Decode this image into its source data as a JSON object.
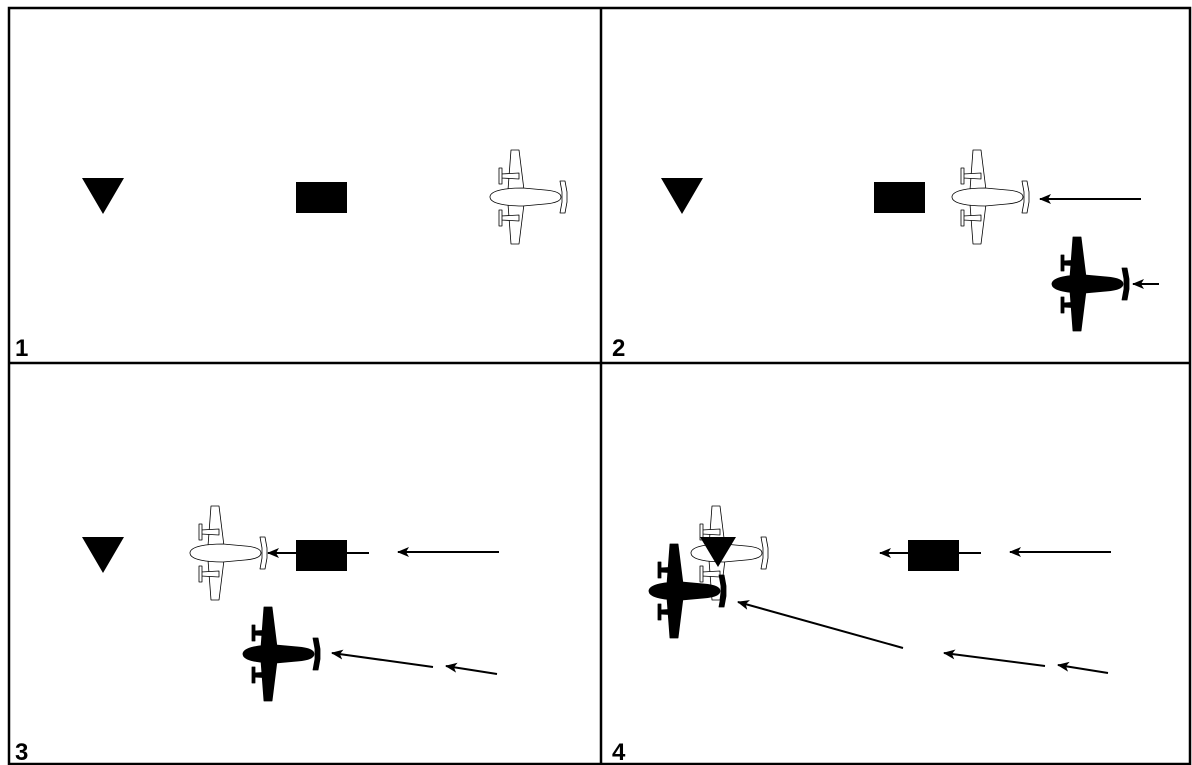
{
  "panels": [
    {
      "label": "1"
    },
    {
      "label": "2"
    },
    {
      "label": "3"
    },
    {
      "label": "4"
    }
  ],
  "colors": {
    "background": "#ffffff",
    "frame": "#000000",
    "symbol": "#000000",
    "aircraft_light": "#ffffff",
    "aircraft_dark": "#000000"
  },
  "icons": {
    "triangle": "inverted-triangle-icon",
    "rectangle": "rectangle-icon",
    "aircraft": "aircraft-icon",
    "arrow": "arrow-left-icon"
  }
}
